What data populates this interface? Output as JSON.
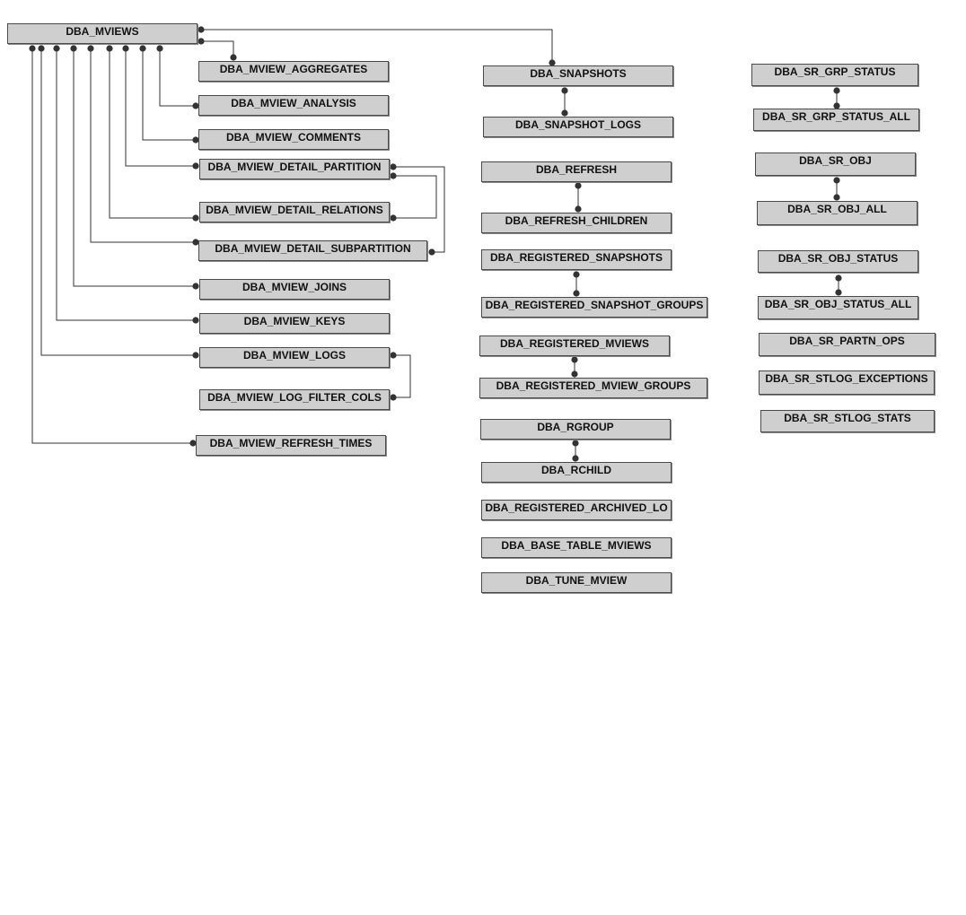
{
  "colors": {
    "box_fill": "#cfcfcf",
    "box_border": "#4a4a4a",
    "wire": "#333333",
    "dot": "#333333",
    "text": "#111111"
  },
  "tables": {
    "mviews": "DBA_MVIEWS",
    "mview_aggregates": "DBA_MVIEW_AGGREGATES",
    "mview_analysis": "DBA_MVIEW_ANALYSIS",
    "mview_comments": "DBA_MVIEW_COMMENTS",
    "mview_detail_partition": "DBA_MVIEW_DETAIL_PARTITION",
    "mview_detail_relations": "DBA_MVIEW_DETAIL_RELATIONS",
    "mview_detail_subpartition": "DBA_MVIEW_DETAIL_SUBPARTITION",
    "mview_joins": "DBA_MVIEW_JOINS",
    "mview_keys": "DBA_MVIEW_KEYS",
    "mview_logs": "DBA_MVIEW_LOGS",
    "mview_log_filter_cols": "DBA_MVIEW_LOG_FILTER_COLS",
    "mview_refresh_times": "DBA_MVIEW_REFRESH_TIMES",
    "snapshots": "DBA_SNAPSHOTS",
    "snapshot_logs": "DBA_SNAPSHOT_LOGS",
    "refresh": "DBA_REFRESH",
    "refresh_children": "DBA_REFRESH_CHILDREN",
    "registered_snapshots": "DBA_REGISTERED_SNAPSHOTS",
    "registered_snapshot_groups": "DBA_REGISTERED_SNAPSHOT_GROUPS",
    "registered_mviews": "DBA_REGISTERED_MVIEWS",
    "registered_mview_groups": "DBA_REGISTERED_MVIEW_GROUPS",
    "rgroup": "DBA_RGROUP",
    "rchild": "DBA_RCHILD",
    "registered_archived_log": "DBA_REGISTERED_ARCHIVED_LO",
    "base_table_mviews": "DBA_BASE_TABLE_MVIEWS",
    "tune_mview": "DBA_TUNE_MVIEW",
    "sr_grp_status": "DBA_SR_GRP_STATUS",
    "sr_grp_status_all": "DBA_SR_GRP_STATUS_ALL",
    "sr_obj": "DBA_SR_OBJ",
    "sr_obj_all": "DBA_SR_OBJ_ALL",
    "sr_obj_status": "DBA_SR_OBJ_STATUS",
    "sr_obj_status_all": "DBA_SR_OBJ_STATUS_ALL",
    "sr_partn_ops": "DBA_SR_PARTN_OPS",
    "sr_stlog_exceptions": "DBA_SR_STLOG_EXCEPTIONS",
    "sr_stlog_stats": "DBA_SR_STLOG_STATS"
  }
}
